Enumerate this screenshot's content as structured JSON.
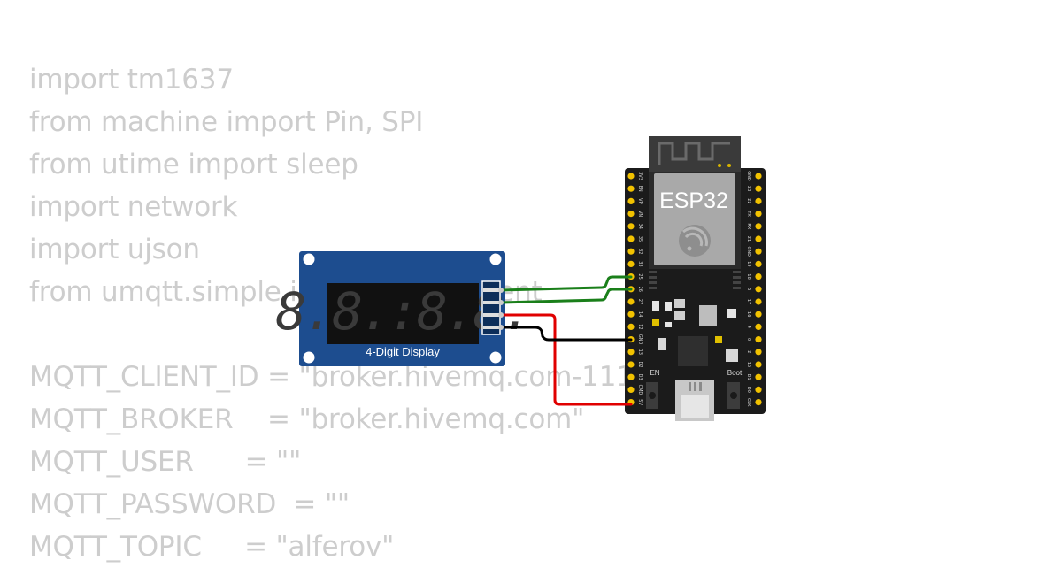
{
  "code_lines": [
    "import tm1637",
    "from machine import Pin, SPI",
    "from utime import sleep",
    "import network",
    "import ujson",
    "from umqtt.simple import MQTTClient",
    "",
    "MQTT_CLIENT_ID = \"broker.hivemq.com-111\"",
    "MQTT_BROKER    = \"broker.hivemq.com\"",
    "MQTT_USER      = \"\"",
    "MQTT_PASSWORD  = \"\"",
    "MQTT_TOPIC     = \"alferov\""
  ],
  "display": {
    "label": "4-Digit Display",
    "digits": "8.8.:8.8.",
    "board_color": "#1d4d8f"
  },
  "esp32": {
    "module_label": "ESP32",
    "en_label": "EN",
    "boot_label": "Boot",
    "left_pins": [
      "3V3",
      "EN",
      "VP",
      "VN",
      "34",
      "35",
      "32",
      "33",
      "25",
      "26",
      "27",
      "14",
      "12",
      "GND",
      "13",
      "D2",
      "D3",
      "CMD",
      "5V"
    ],
    "right_pins": [
      "GND",
      "23",
      "22",
      "TX",
      "RX",
      "21",
      "GND",
      "19",
      "18",
      "5",
      "17",
      "16",
      "4",
      "0",
      "2",
      "15",
      "D1",
      "D0",
      "CLK"
    ]
  },
  "wires": {
    "clk_color": "#1a7f1a",
    "dio_color": "#1a7f1a",
    "vcc_color": "#e00000",
    "gnd_color": "#000000"
  }
}
